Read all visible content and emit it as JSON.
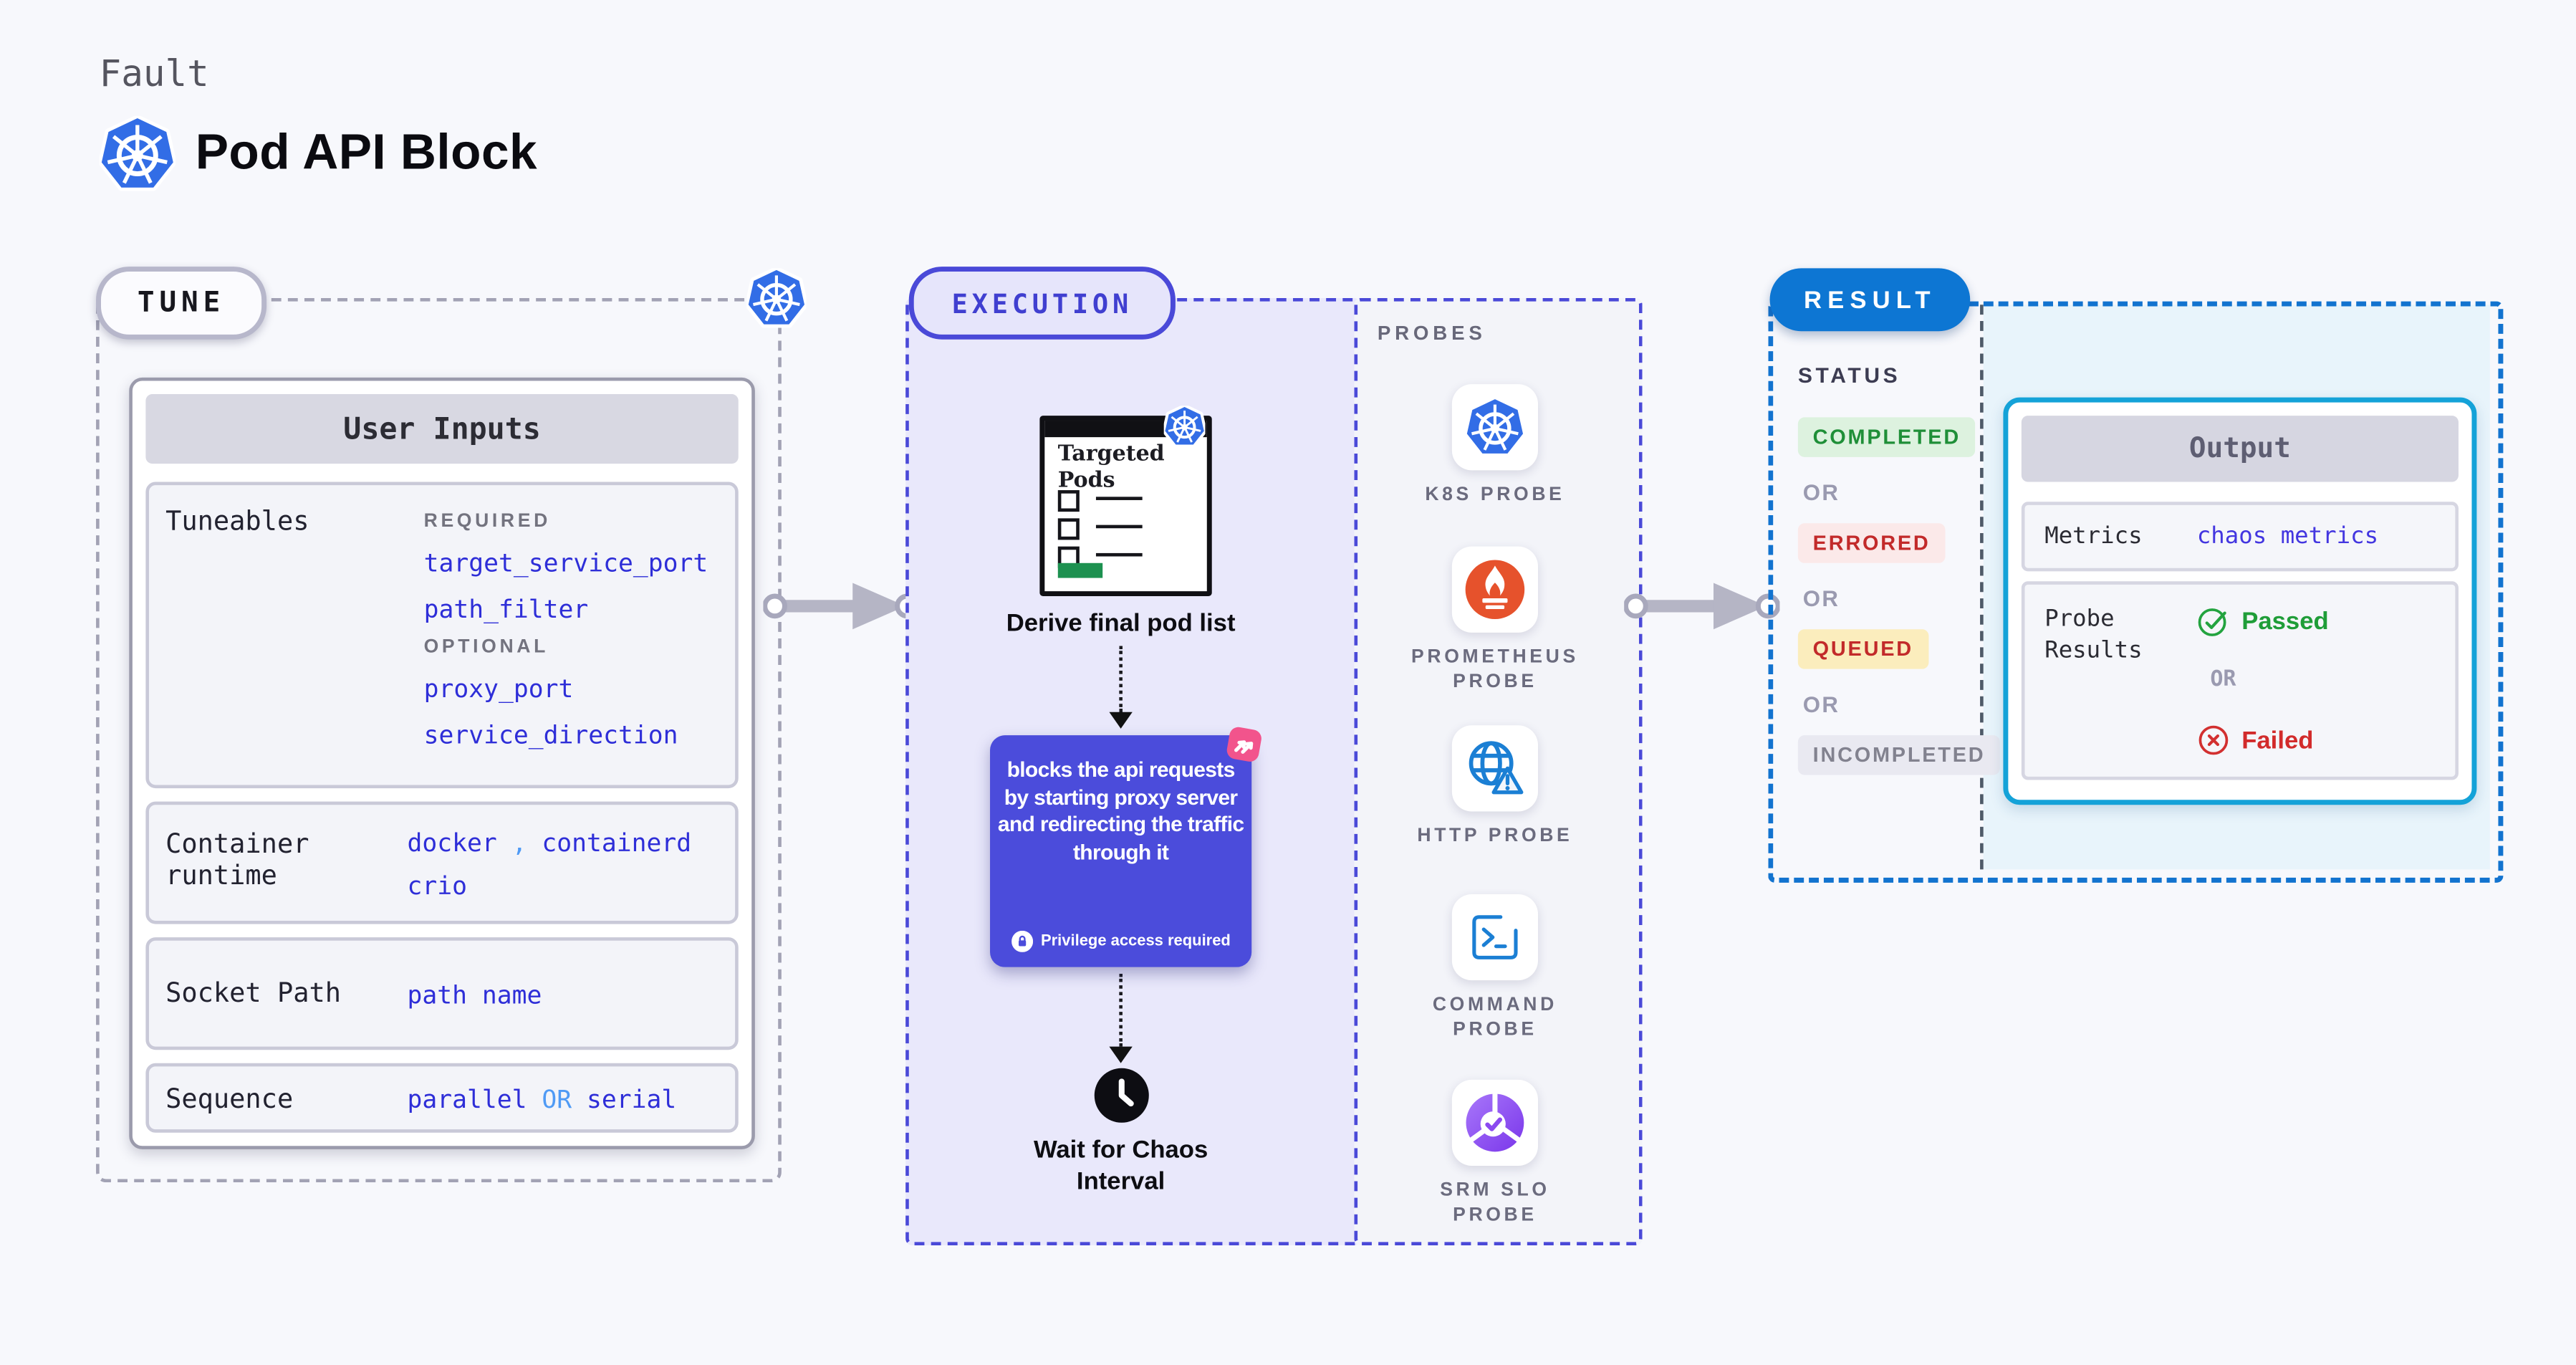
{
  "page": {
    "kicker": "Fault",
    "title": "Pod API Block"
  },
  "tune": {
    "badge": "TUNE",
    "card_header": "User Inputs",
    "tuneables": {
      "label": "Tuneables",
      "required_label": "REQUIRED",
      "params_required": [
        "target_service_port",
        "path_filter"
      ],
      "optional_label": "OPTIONAL",
      "params_optional": [
        "proxy_port",
        "service_direction"
      ]
    },
    "container_runtime": {
      "label": "Container runtime",
      "v1": "docker",
      "sep": ",",
      "v2": "containerd",
      "v3": "crio"
    },
    "socket_path": {
      "label": "Socket Path",
      "value": "path name"
    },
    "sequence": {
      "label": "Sequence",
      "v1": "parallel",
      "or": "OR",
      "v2": "serial"
    }
  },
  "execution": {
    "badge": "EXECUTION",
    "targeted_pods_title": "Targeted Pods",
    "derive_label": "Derive final pod list",
    "action_text": "blocks the api requests by starting proxy server and redirecting the traffic through it",
    "privilege_note": "Privilege access required",
    "wait_label": "Wait for Chaos Interval"
  },
  "probes": {
    "label": "PROBES",
    "items": [
      {
        "name": "K8S PROBE",
        "icon": "kubernetes-icon"
      },
      {
        "name": "PROMETHEUS PROBE",
        "icon": "prometheus-icon"
      },
      {
        "name": "HTTP PROBE",
        "icon": "http-globe-warning-icon"
      },
      {
        "name": "COMMAND PROBE",
        "icon": "terminal-icon"
      },
      {
        "name": "SRM SLO PROBE",
        "icon": "slo-donut-check-icon"
      }
    ]
  },
  "result": {
    "badge": "RESULT",
    "status_label": "STATUS",
    "or_label": "OR",
    "statuses": [
      {
        "text": "COMPLETED",
        "type": "success"
      },
      {
        "text": "ERRORED",
        "type": "error"
      },
      {
        "text": "QUEUED",
        "type": "warning"
      },
      {
        "text": "INCOMPLETED",
        "type": "neutral"
      }
    ],
    "output": {
      "header": "Output",
      "metrics_label": "Metrics",
      "metrics_value": "chaos metrics",
      "probe_results_label": "Probe Results",
      "passed": "Passed",
      "or": "OR",
      "failed": "Failed"
    }
  },
  "colors": {
    "kubernetes_blue": "#326de6",
    "indigo_accent": "#4a49d8",
    "action_box": "#4b4cdb",
    "link_blue": "#2e2ed8",
    "result_blue": "#0d76d3",
    "output_border_cyan": "#14a2d8",
    "success_green": "#1f8f38",
    "fail_red": "#c22a2a",
    "prometheus_orange": "#e6522c",
    "srm_purple": "#7a36ea",
    "pink_icon": "#f2548c"
  }
}
